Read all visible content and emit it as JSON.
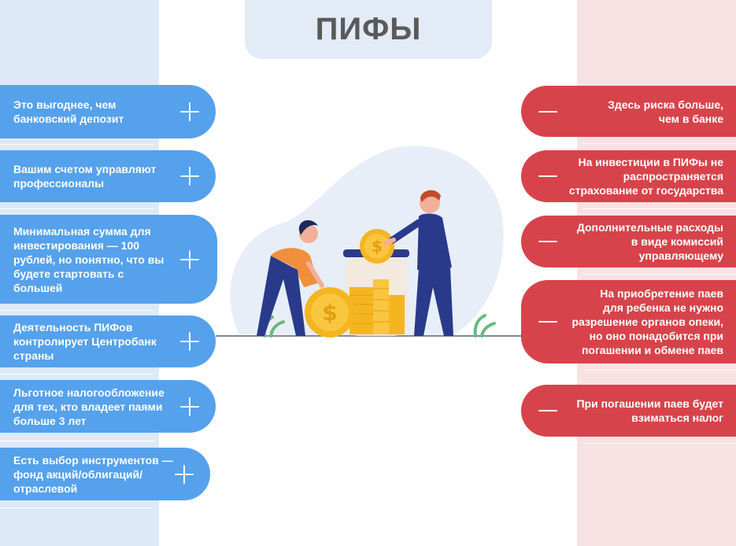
{
  "title": "ПИФЫ",
  "colors": {
    "pro": "#55a1ec",
    "con": "#d7434b",
    "left_band": "#dde9f8",
    "right_band": "#f8e1e3"
  },
  "pros": [
    {
      "text": "Это выгоднее, чем\nбанковский депозит",
      "icon": "plus-icon"
    },
    {
      "text": "Вашим счетом управляют\nпрофессионалы",
      "icon": "plus-icon"
    },
    {
      "text": "Минимальная сумма для\nинвестирования — 100\nрублей, но понятно, что вы\nбудете стартовать с\nбольшей",
      "icon": "plus-icon"
    },
    {
      "text": "Деятельность ПИФов\nконтролирует Центробанк\nстраны",
      "icon": "plus-icon"
    },
    {
      "text": "Льготное налогообложение\nдля тех, кто владеет паями\nбольше 3 лет",
      "icon": "plus-icon"
    },
    {
      "text": "Есть выбор инструментов —\nфонд акций/облигаций/\nотраслевой",
      "icon": "plus-icon"
    }
  ],
  "cons": [
    {
      "text": "Здесь риска больше,\nчем в банке",
      "icon": "minus-icon"
    },
    {
      "text": "На инвестиции в ПИФы не\nраспространяется\nстрахование от государства",
      "icon": "minus-icon"
    },
    {
      "text": "Дополнительные расходы\nв виде комиссий\nуправляющему",
      "icon": "minus-icon"
    },
    {
      "text": "На приобретение паев\nдля ребенка не нужно\nразрешение органов опеки,\nно оно понадобится при\nпогашении и обмене паев",
      "icon": "minus-icon"
    },
    {
      "text": "При погашении паев будет\nвзиматься налог",
      "icon": "minus-icon"
    }
  ]
}
